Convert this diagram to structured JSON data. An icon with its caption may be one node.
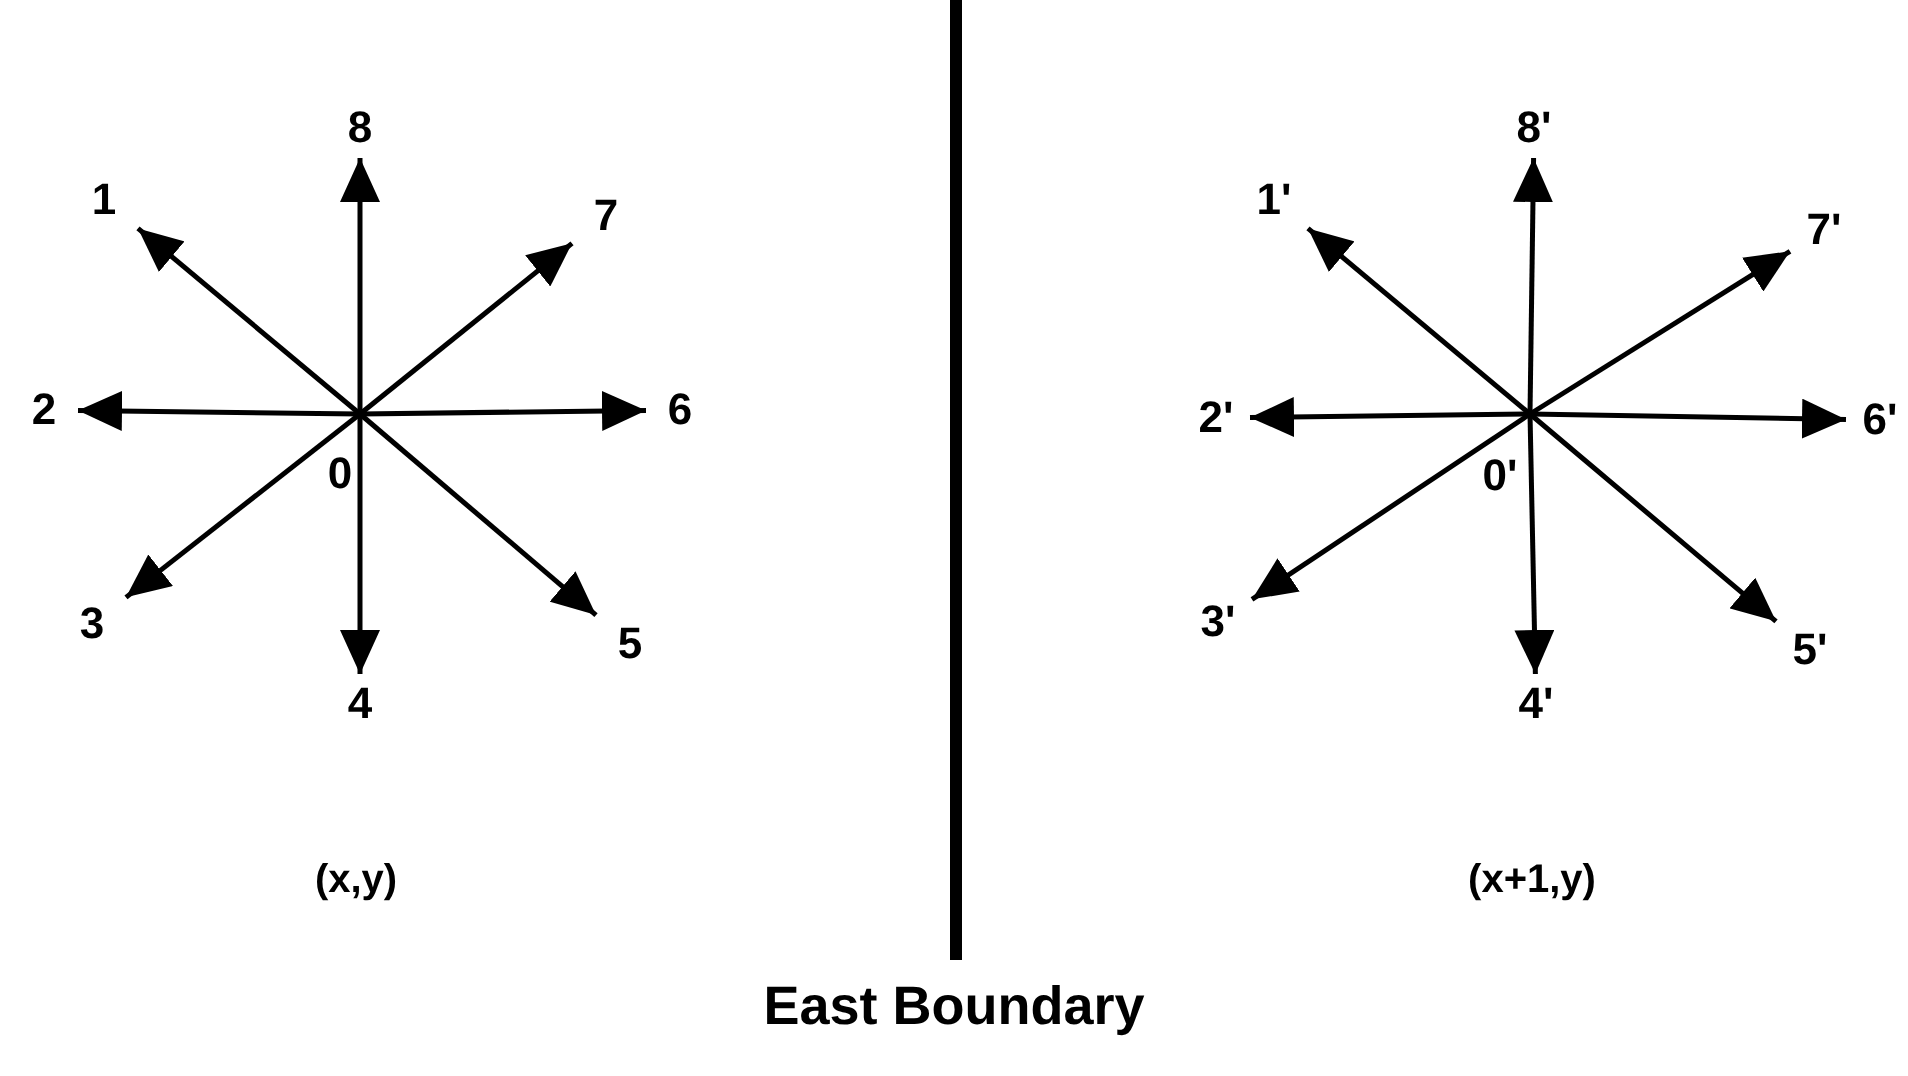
{
  "diagram": {
    "caption": "East Boundary",
    "nodes": [
      {
        "text": [
          "1"
        ]
      },
      {
        "text": [
          "8"
        ]
      },
      {
        "text": [
          "7"
        ]
      },
      {
        "text": [
          "2"
        ]
      },
      {
        "text": [
          "6"
        ]
      },
      {
        "text": [
          "3"
        ]
      },
      {
        "text": [
          "4"
        ]
      },
      {
        "text": [
          "5"
        ]
      },
      {
        "text": [
          "1'"
        ]
      },
      {
        "text": [
          "8'"
        ]
      },
      {
        "text": [
          "7'"
        ]
      },
      {
        "text": [
          "2'"
        ]
      },
      {
        "text": [
          "6'"
        ]
      },
      {
        "text": [
          "3'"
        ]
      },
      {
        "text": [
          "4'"
        ]
      },
      {
        "text": [
          "5'"
        ]
      }
    ],
    "edges": [
      {
        "from": null,
        "to": 0,
        "arrow": "to"
      },
      {
        "from": null,
        "to": 1,
        "arrow": "to"
      },
      {
        "from": null,
        "to": 2,
        "arrow": "to"
      },
      {
        "from": null,
        "to": 3,
        "arrow": "to"
      },
      {
        "from": null,
        "to": 4,
        "arrow": "to"
      },
      {
        "from": null,
        "to": 5,
        "arrow": "to"
      },
      {
        "from": null,
        "to": 6,
        "arrow": "to"
      },
      {
        "from": null,
        "to": 7,
        "arrow": "to"
      },
      {
        "from": null,
        "to": 8,
        "arrow": "to"
      },
      {
        "from": null,
        "to": 9,
        "arrow": "to"
      },
      {
        "from": null,
        "to": 10,
        "arrow": "to"
      },
      {
        "from": null,
        "to": 11,
        "arrow": "to"
      },
      {
        "from": null,
        "to": 12,
        "arrow": "to"
      },
      {
        "from": null,
        "to": 13,
        "arrow": "to"
      },
      {
        "from": null,
        "to": 14,
        "arrow": "to"
      },
      {
        "from": null,
        "to": 15,
        "arrow": "to"
      }
    ],
    "labels": [
      "0",
      "(x,y)",
      "0'",
      "(x+1,y)"
    ]
  }
}
